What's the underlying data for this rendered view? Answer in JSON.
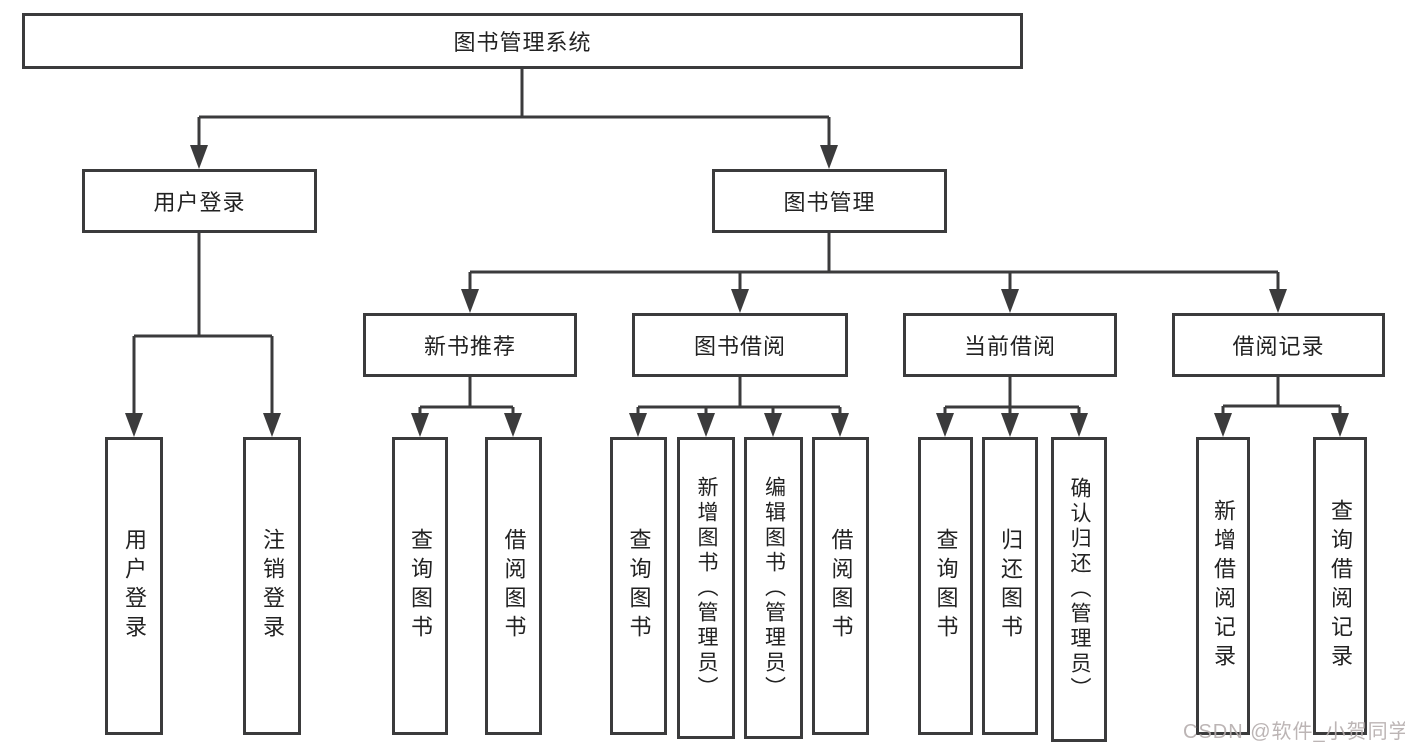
{
  "tree": {
    "root": "图书管理系统",
    "branches": [
      {
        "label": "用户登录",
        "children": [
          "用户登录",
          "注销登录"
        ]
      },
      {
        "label": "图书管理",
        "children": [
          {
            "label": "新书推荐",
            "children": [
              "查询图书",
              "借阅图书"
            ]
          },
          {
            "label": "图书借阅",
            "children": [
              "查询图书",
              "新增图书（管理员）",
              "编辑图书（管理员）",
              "借阅图书"
            ]
          },
          {
            "label": "当前借阅",
            "children": [
              "查询图书",
              "归还图书",
              "确认归还（管理员）"
            ]
          },
          {
            "label": "借阅记录",
            "children": [
              "新增借阅记录",
              "查询借阅记录"
            ]
          }
        ]
      }
    ]
  },
  "watermark": {
    "text": "CSDN @软件_小贺同学"
  },
  "colors": {
    "line": "#3b3b3c",
    "text": "#222222",
    "watermark": "#b5adad",
    "background": "#ffffff"
  }
}
